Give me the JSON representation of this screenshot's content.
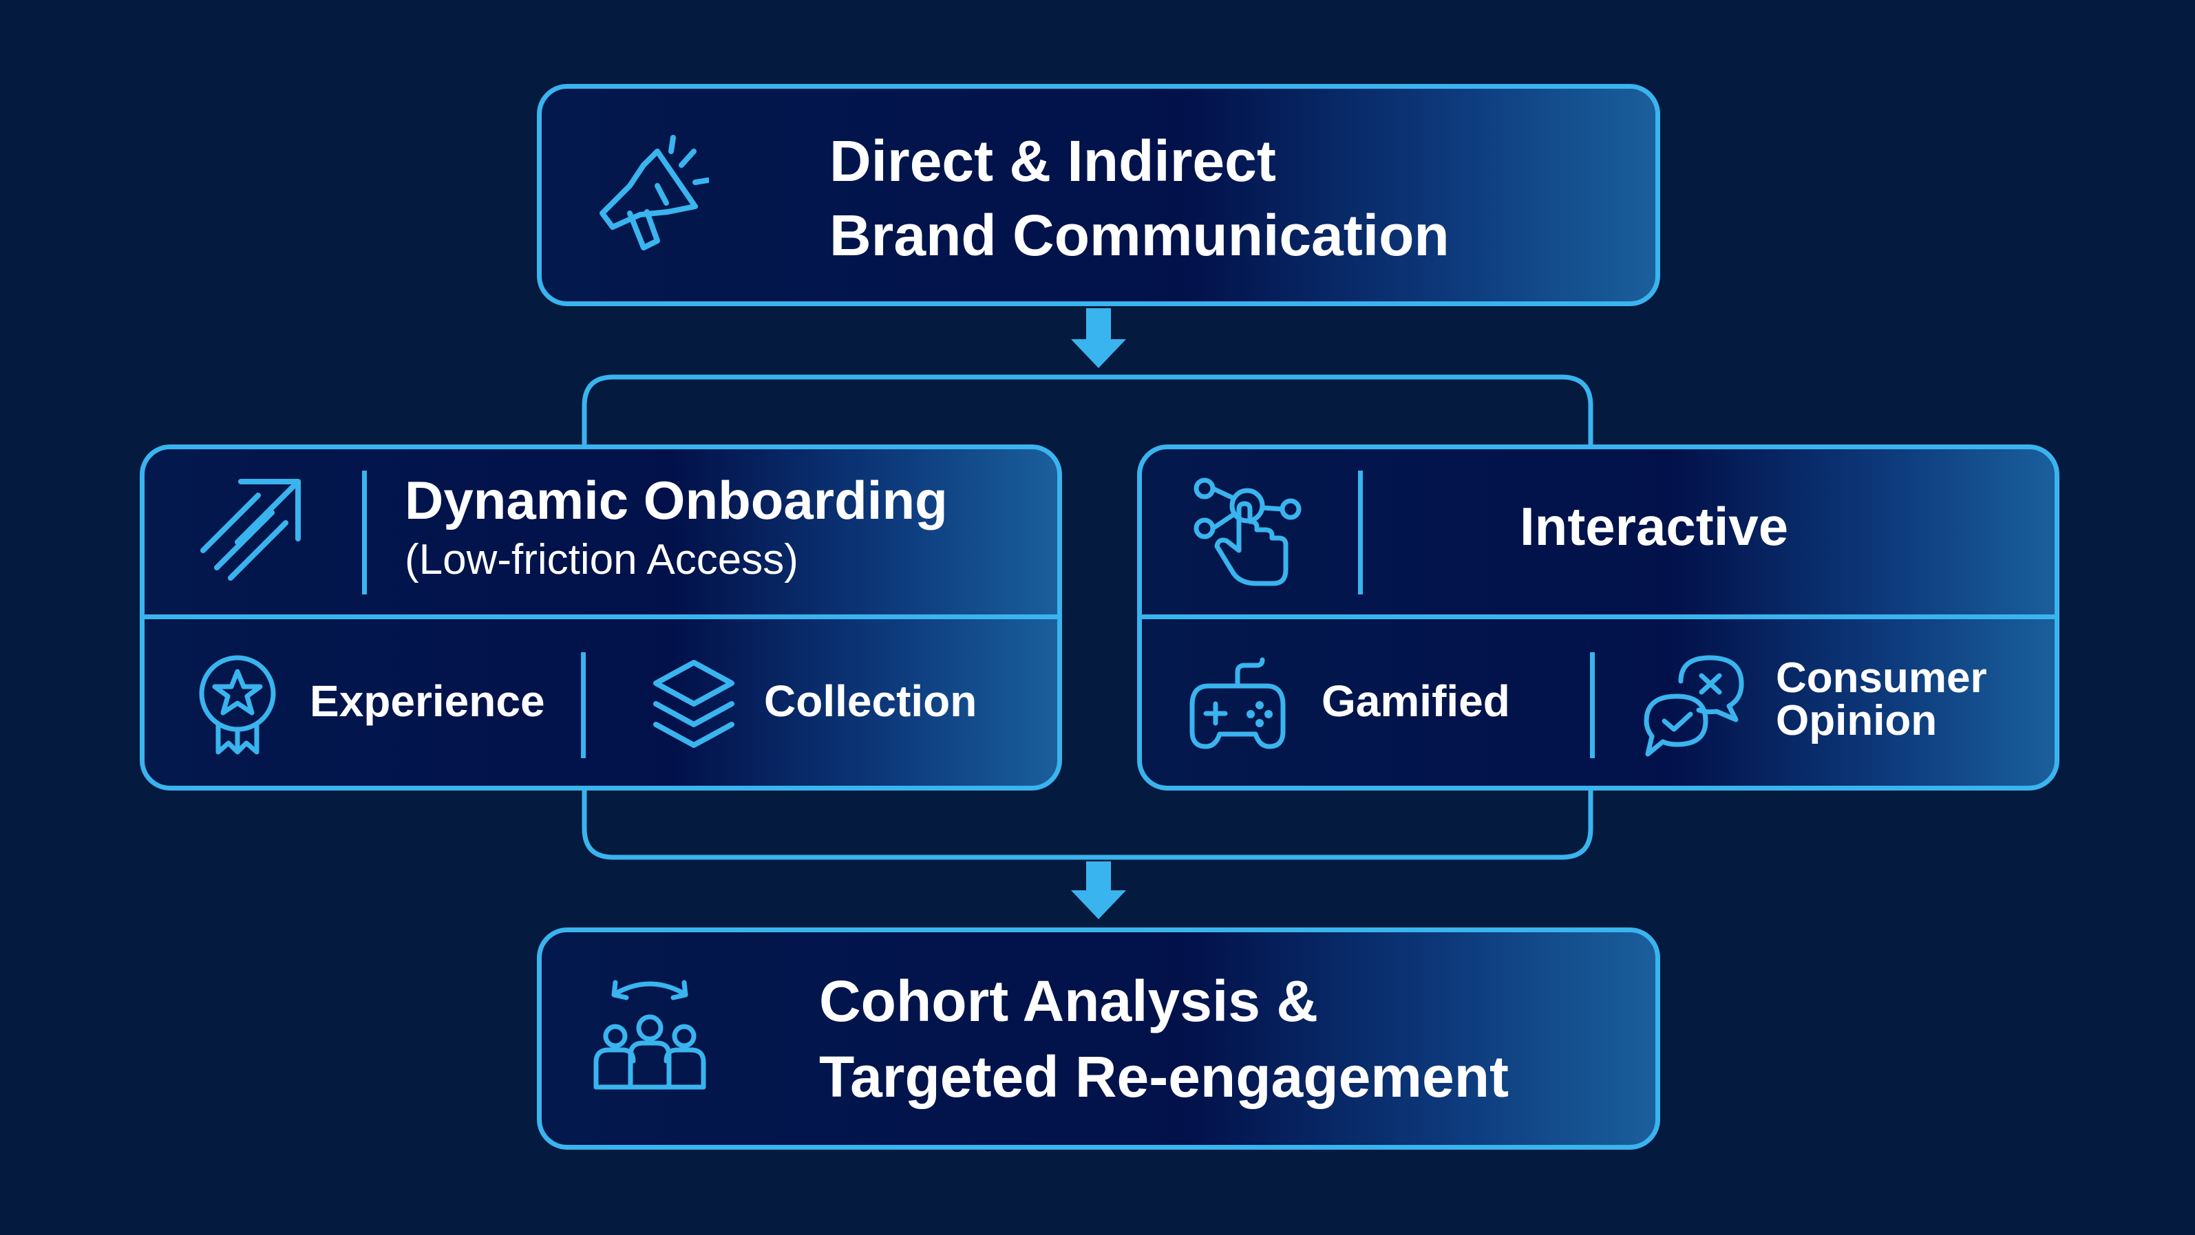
{
  "colors": {
    "background": "#041a3f",
    "accent": "#3ab4ee",
    "text": "#ffffff"
  },
  "top": {
    "icon": "megaphone-icon",
    "line1": "Direct & Indirect",
    "line2": "Brand Communication"
  },
  "onboarding": {
    "icon": "fast-arrow-icon",
    "title": "Dynamic Onboarding",
    "subtitle": "(Low-friction Access)",
    "items": [
      {
        "icon": "award-badge-icon",
        "label": "Experience"
      },
      {
        "icon": "layers-stack-icon",
        "label": "Collection"
      }
    ]
  },
  "interactive": {
    "icon": "touch-network-icon",
    "title": "Interactive",
    "items": [
      {
        "icon": "gamepad-icon",
        "label": "Gamified"
      },
      {
        "icon": "chat-bubbles-icon",
        "label_line1": "Consumer",
        "label_line2": "Opinion"
      }
    ]
  },
  "bottom": {
    "icon": "cohort-group-icon",
    "line1": "Cohort Analysis &",
    "line2": "Targeted Re-engagement"
  }
}
